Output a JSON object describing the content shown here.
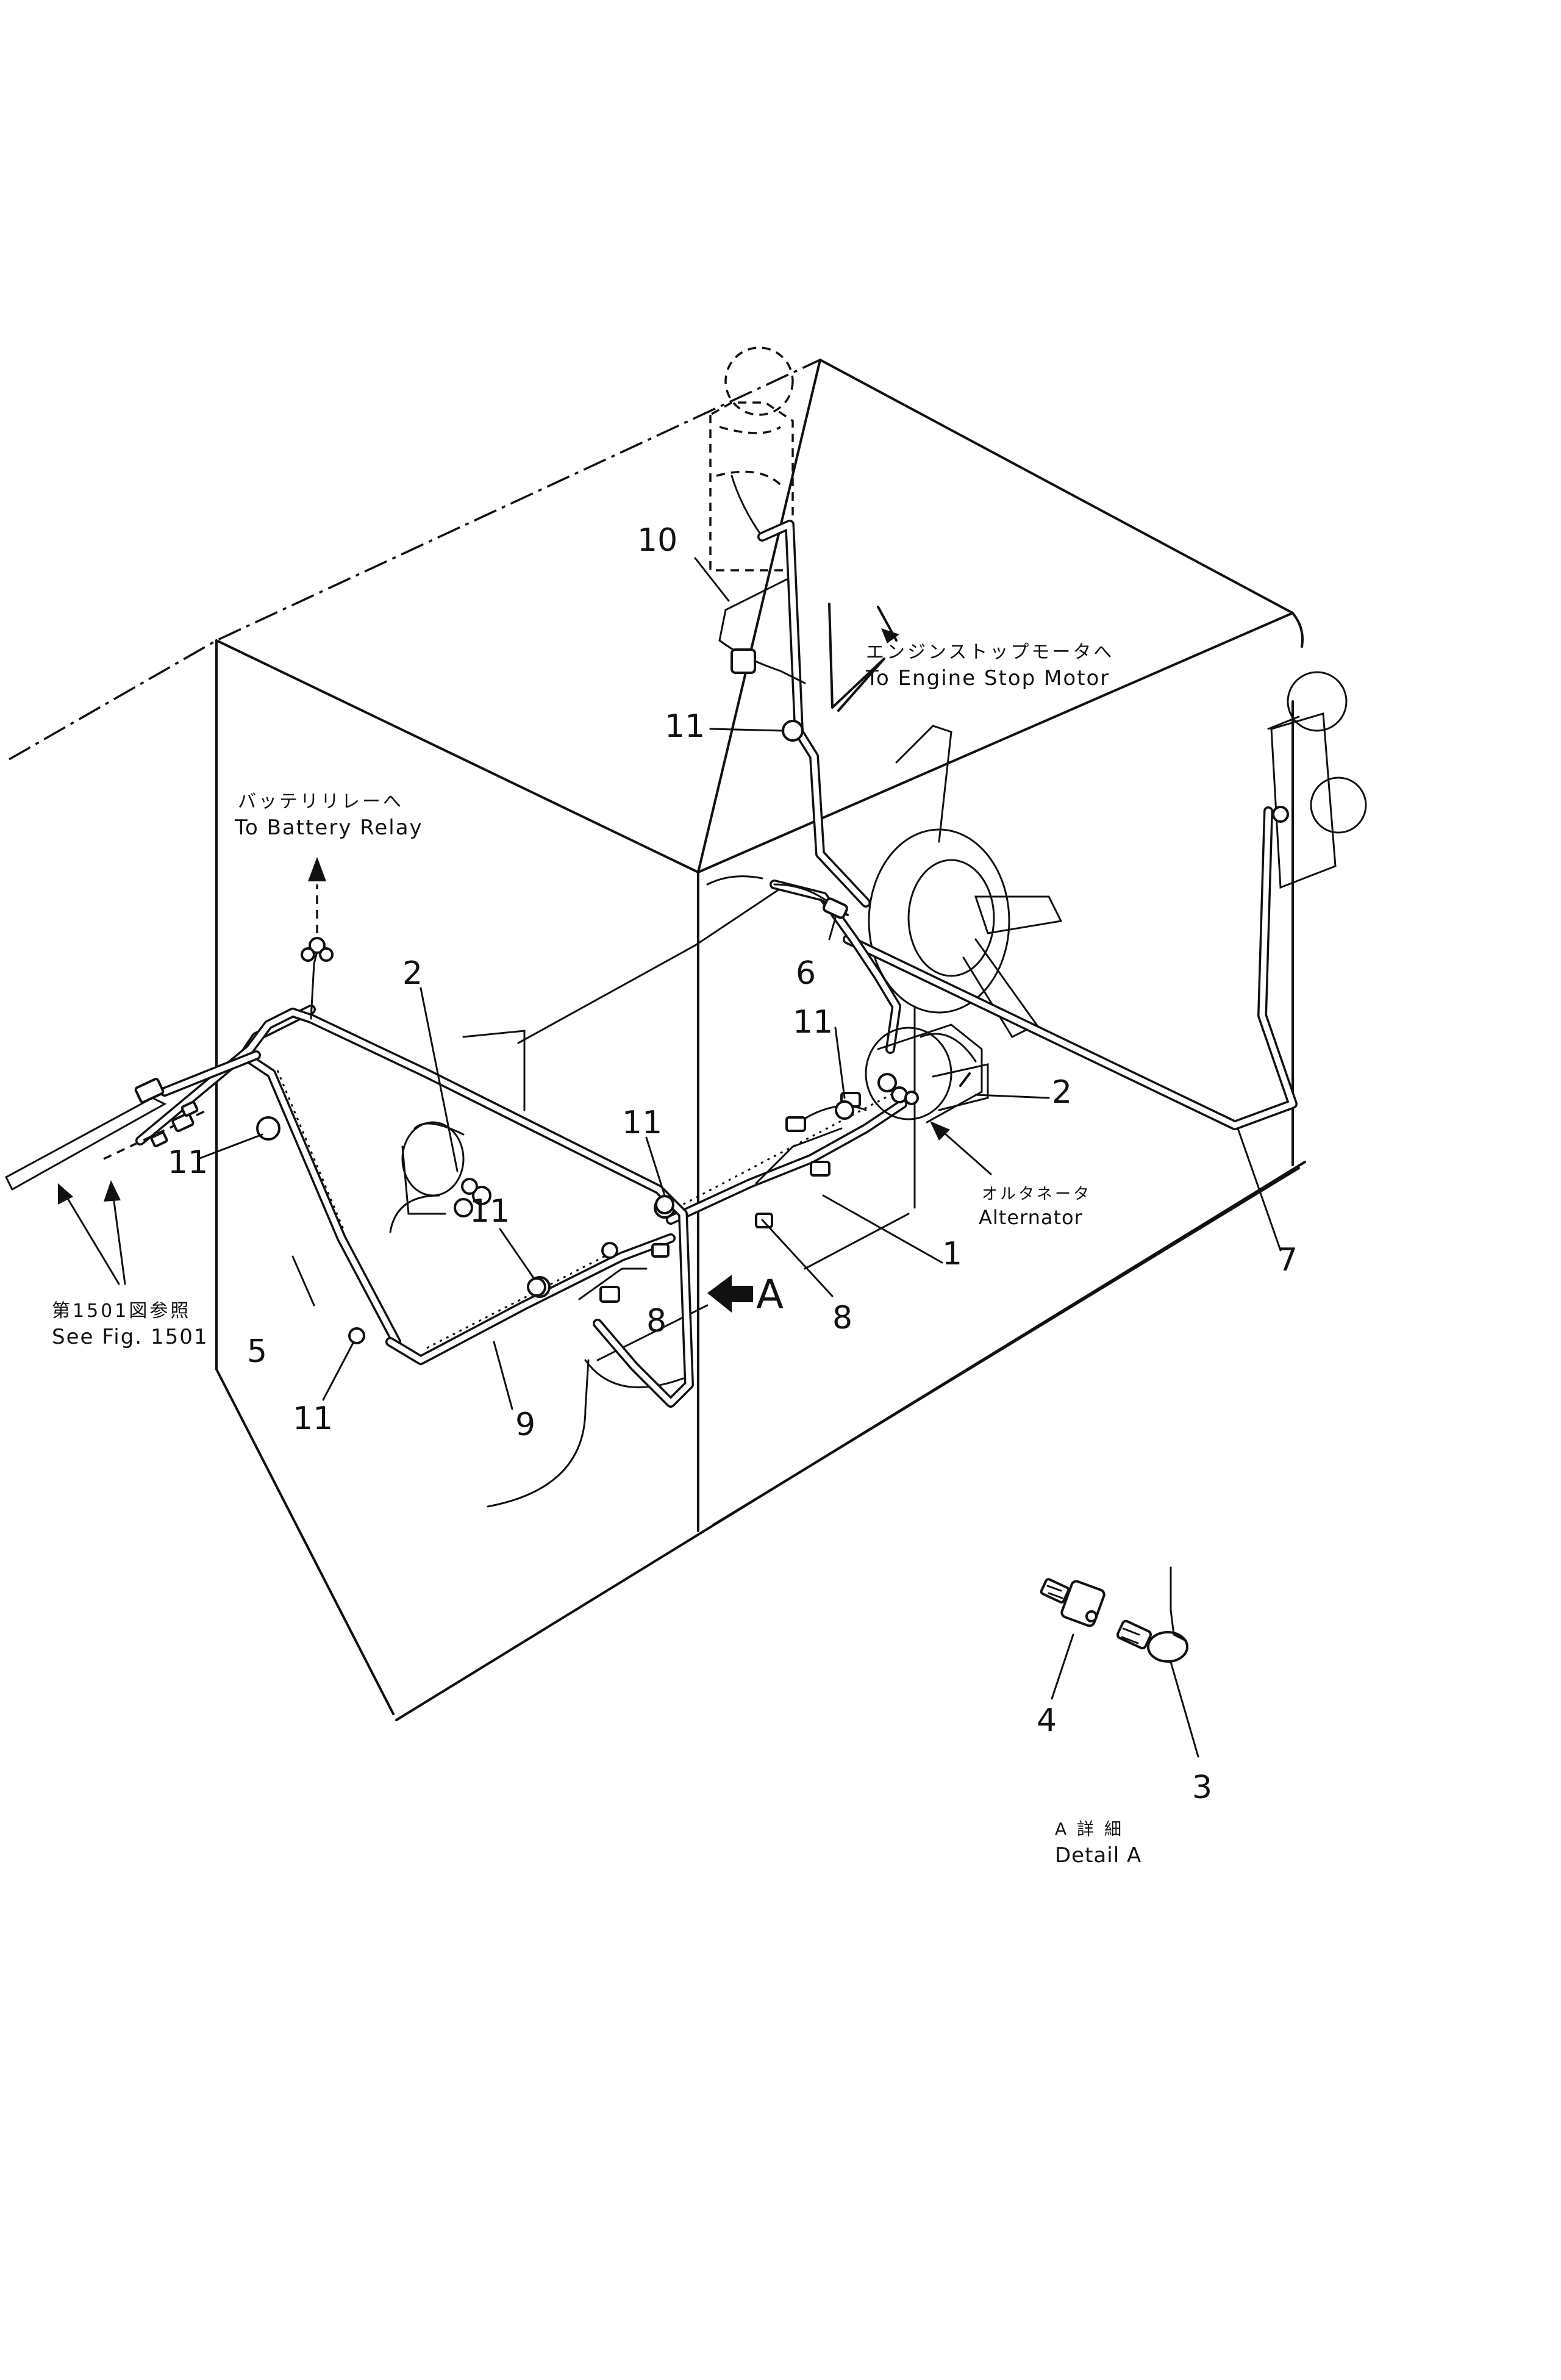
{
  "callouts": {
    "c1": "1",
    "c2a": "2",
    "c2b": "2",
    "c3": "3",
    "c4": "4",
    "c5": "5",
    "c6": "6",
    "c7": "7",
    "c8a": "8",
    "c8b": "8",
    "c9": "9",
    "c10": "10",
    "c11a": "11",
    "c11b": "11",
    "c11c": "11",
    "c11d": "11",
    "c11e": "11",
    "c11f": "11"
  },
  "notes": {
    "engine_stop_jp": "エンジンストップモータへ",
    "engine_stop_en": "To Engine Stop Motor",
    "battery_relay_jp": "バッテリリレーへ",
    "battery_relay_en": "To Battery Relay",
    "see_fig_jp": "第1501図参照",
    "see_fig_en": "See Fig. 1501",
    "alternator_jp": "オルタネータ",
    "alternator_en": "Alternator",
    "view_arrow": "A",
    "detail_jp": "A 詳 細",
    "detail_en": "Detail A"
  },
  "icons": [
    "view-direction-arrow-icon",
    "leader-arrow-icon"
  ]
}
